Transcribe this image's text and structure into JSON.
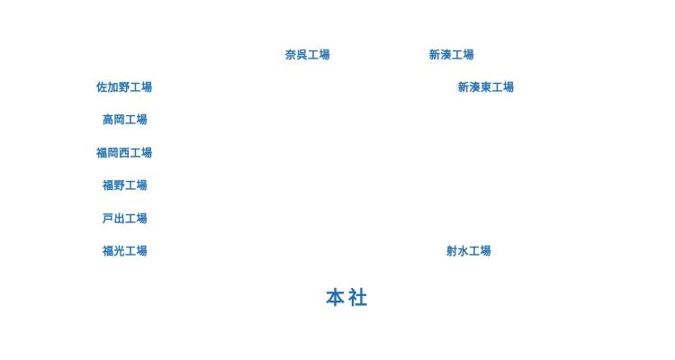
{
  "sites": {
    "kure": "奈呉工場",
    "shinminato": "新湊工場",
    "sakano": "佐加野工場",
    "shinminato_east": "新湊東工場",
    "takaoka": "高岡工場",
    "fukuoka_west": "福岡西工場",
    "fukuno": "福野工場",
    "toide": "戸出工場",
    "fukumitsu": "福光工場",
    "imizu": "射水工場"
  },
  "headquarters": {
    "label": "本社"
  },
  "colors": {
    "text": "#1f6fb2",
    "background": "#ffffff"
  }
}
